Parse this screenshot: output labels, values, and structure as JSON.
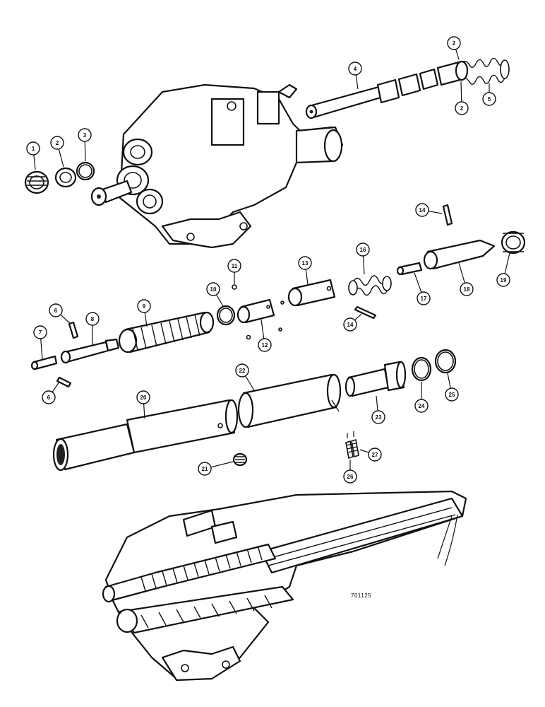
{
  "figure_id": "701125",
  "callouts": [
    {
      "label": "1"
    },
    {
      "label": "2"
    },
    {
      "label": "3"
    },
    {
      "label": "2"
    },
    {
      "label": "2"
    },
    {
      "label": "4"
    },
    {
      "label": "5"
    },
    {
      "label": "6"
    },
    {
      "label": "6"
    },
    {
      "label": "7"
    },
    {
      "label": "8"
    },
    {
      "label": "9"
    },
    {
      "label": "10"
    },
    {
      "label": "11"
    },
    {
      "label": "12"
    },
    {
      "label": "13"
    },
    {
      "label": "14"
    },
    {
      "label": "14"
    },
    {
      "label": "16"
    },
    {
      "label": "17"
    },
    {
      "label": "18"
    },
    {
      "label": "19"
    },
    {
      "label": "20"
    },
    {
      "label": "21"
    },
    {
      "label": "22"
    },
    {
      "label": "23"
    },
    {
      "label": "24"
    },
    {
      "label": "25"
    },
    {
      "label": "26"
    },
    {
      "label": "27"
    }
  ]
}
